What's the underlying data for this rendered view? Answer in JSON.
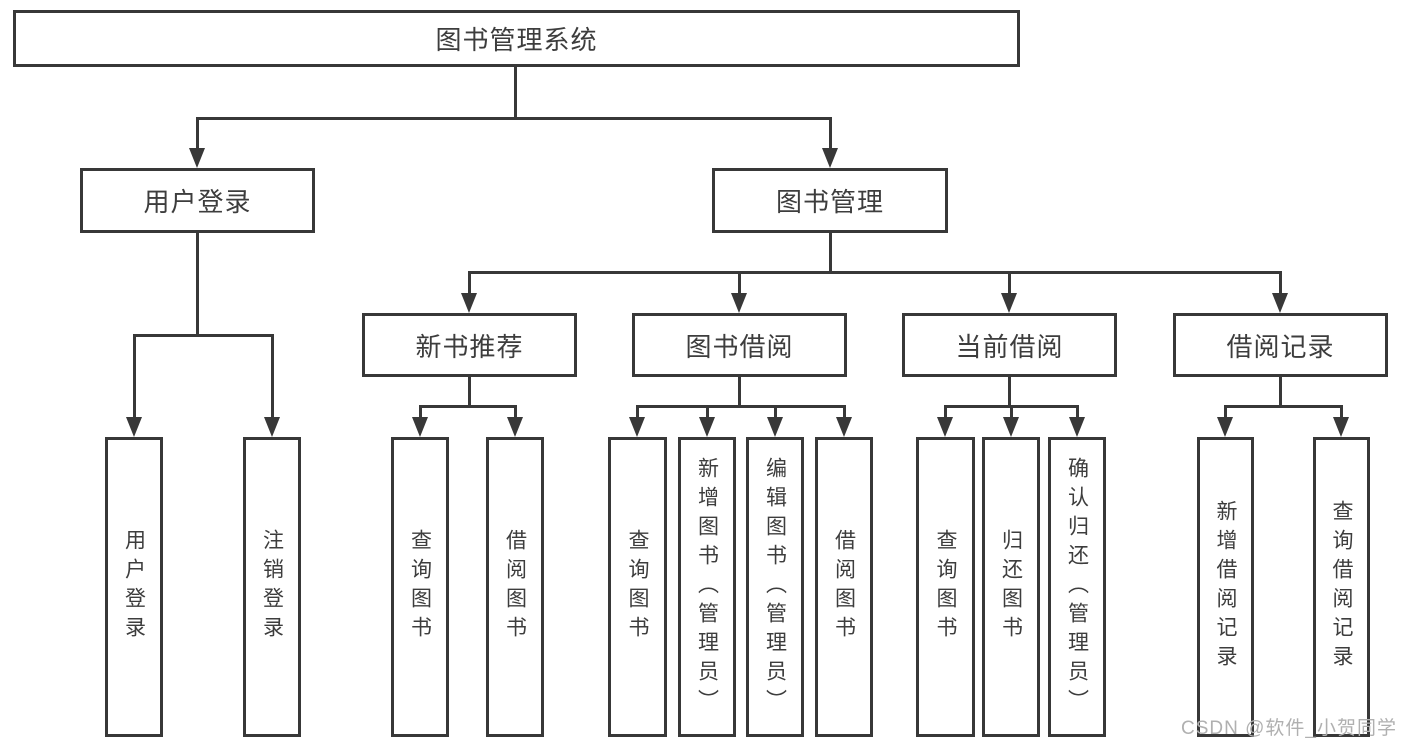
{
  "diagram": {
    "root": {
      "label": "图书管理系统"
    },
    "level2": [
      {
        "label": "用户登录"
      },
      {
        "label": "图书管理"
      }
    ],
    "level3": [
      {
        "label": "新书推荐"
      },
      {
        "label": "图书借阅"
      },
      {
        "label": "当前借阅"
      },
      {
        "label": "借阅记录"
      }
    ],
    "leaves": {
      "user": [
        "用户登录",
        "注销登录"
      ],
      "recommend": [
        "查询图书",
        "借阅图书"
      ],
      "borrow": [
        "查询图书",
        "新增图书（管理员）",
        "编辑图书（管理员）",
        "借阅图书"
      ],
      "current": [
        "查询图书",
        "归还图书",
        "确认归还（管理员）"
      ],
      "records": [
        "新增借阅记录",
        "查询借阅记录"
      ]
    }
  },
  "watermark": {
    "text": "CSDN @软件_小贺同学"
  },
  "colors": {
    "line": "#383838",
    "text": "#3d3d3d",
    "background": "#ffffff",
    "watermark": "#b0b0b0"
  }
}
